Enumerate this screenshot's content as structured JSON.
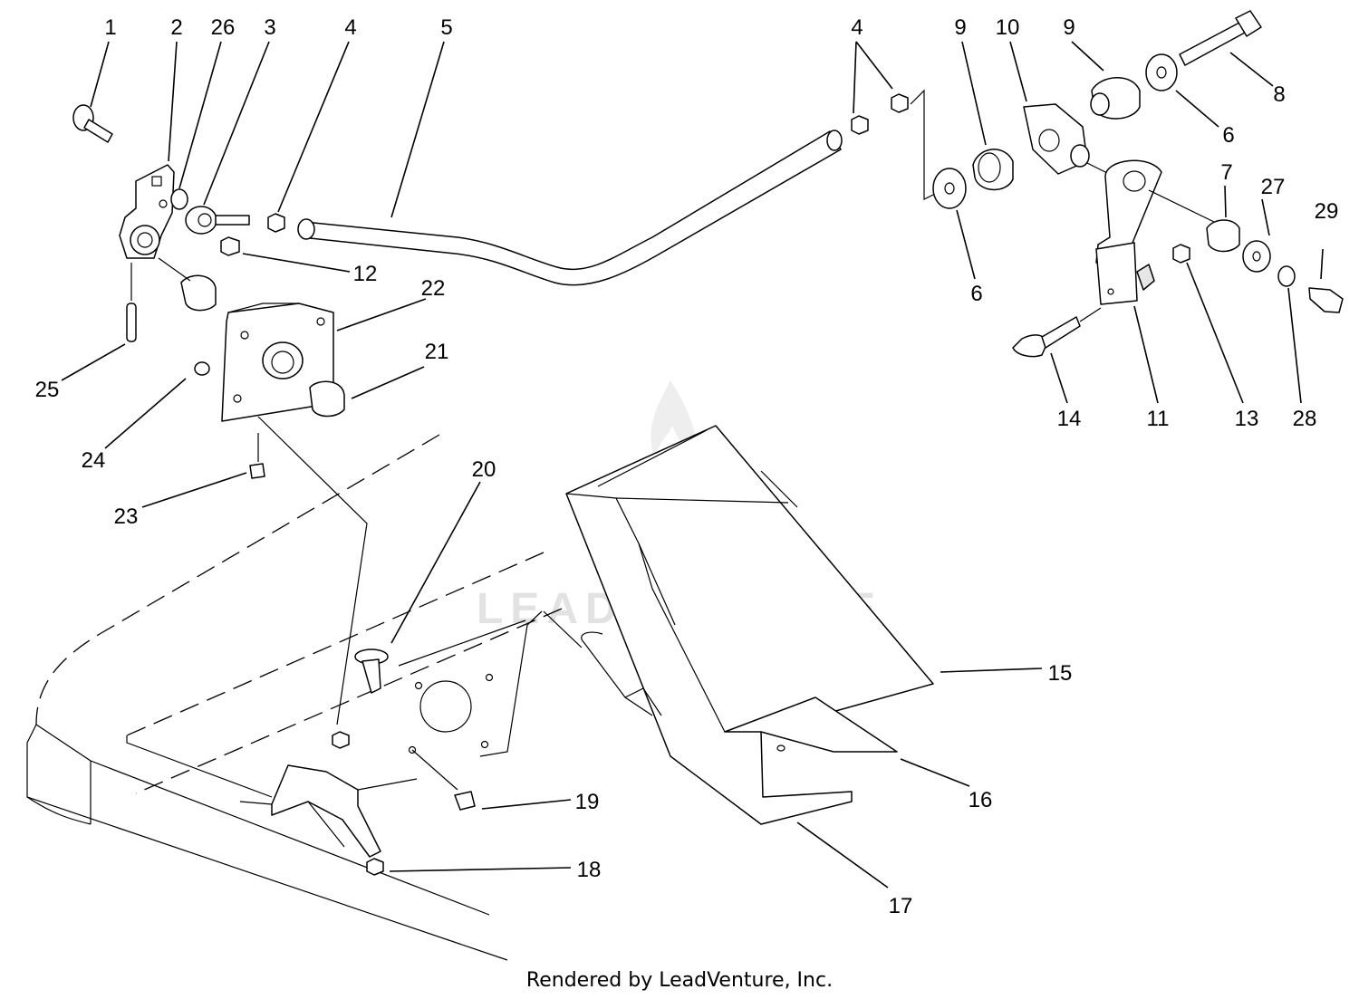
{
  "diagram": {
    "callouts": [
      "1",
      "2",
      "26",
      "3",
      "4",
      "5",
      "4",
      "9",
      "10",
      "9",
      "8",
      "6",
      "12",
      "22",
      "21",
      "25",
      "24",
      "23",
      "6",
      "7",
      "27",
      "29",
      "14",
      "11",
      "13",
      "28",
      "20",
      "15",
      "16",
      "19",
      "18",
      "17"
    ],
    "watermark": "LEADVENTURE",
    "footer": "Rendered by LeadVenture, Inc."
  },
  "colors": {
    "line": "#000000",
    "watermark": "#e2e2e2"
  }
}
